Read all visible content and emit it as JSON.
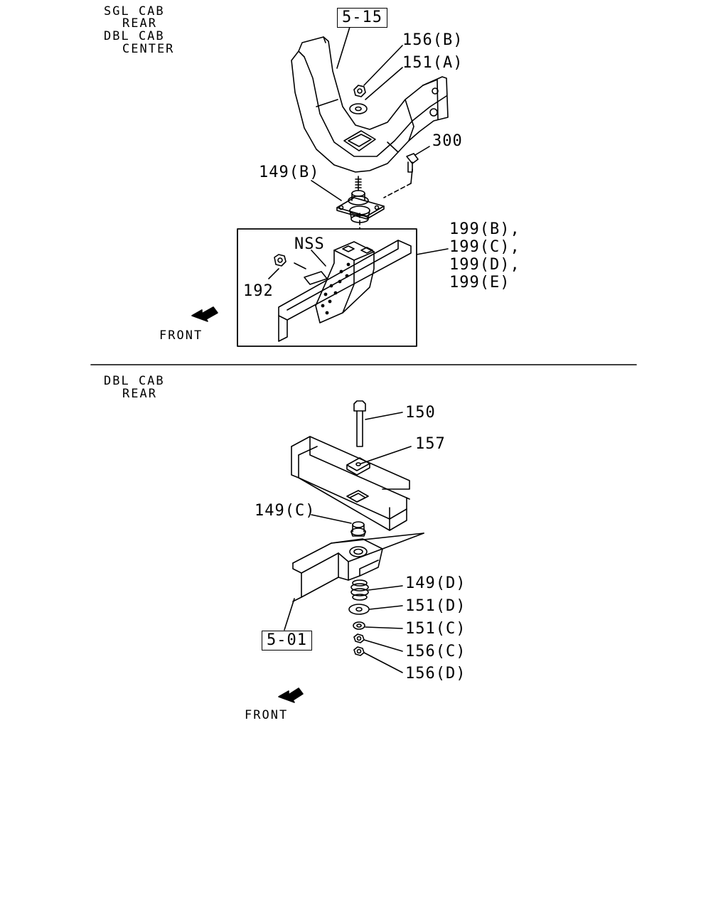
{
  "top": {
    "header": [
      "SGL CAB",
      "REAR",
      "DBL CAB",
      "CENTER"
    ],
    "ref_box": "5-15",
    "callouts": {
      "p156b": "156(B)",
      "p151a": "151(A)",
      "p300": "300",
      "p149b": "149(B)",
      "nss": "NSS",
      "p192": "192",
      "p199b": "199(B),",
      "p199c": "199(C),",
      "p199d": "199(D),",
      "p199e": "199(E)"
    },
    "front": "FRONT"
  },
  "bottom": {
    "header": [
      "DBL CAB",
      "REAR"
    ],
    "ref_box": "5-01",
    "callouts": {
      "p150": "150",
      "p157": "157",
      "p149c": "149(C)",
      "p149d": "149(D)",
      "p151d": "151(D)",
      "p151c": "151(C)",
      "p156c": "156(C)",
      "p156d": "156(D)"
    },
    "front": "FRONT"
  }
}
